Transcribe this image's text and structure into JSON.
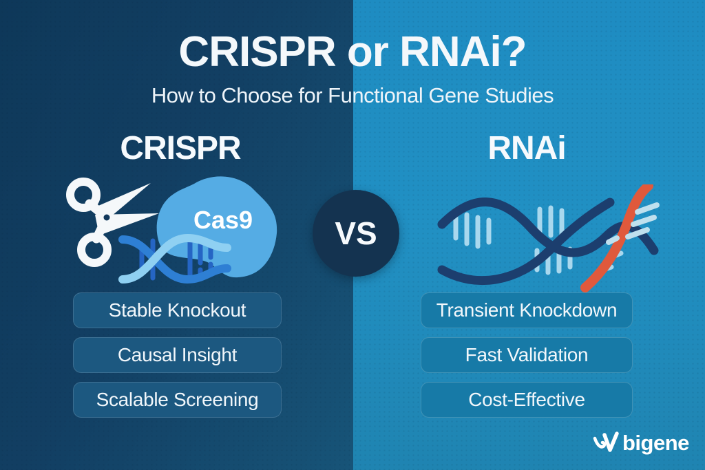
{
  "header": {
    "title": "CRISPR or RNAi?",
    "subtitle": "How to Choose for Functional Gene Studies"
  },
  "versus": {
    "label": "VS"
  },
  "columns": {
    "left": {
      "heading": "CRISPR",
      "protein_label": "Cas9",
      "features": [
        "Stable Knockout",
        "Causal Insight",
        "Scalable Screening"
      ]
    },
    "right": {
      "heading": "RNAi",
      "features": [
        "Transient Knockdown",
        "Fast Validation",
        "Cost-Effective"
      ]
    }
  },
  "footer": {
    "logo_brand": "Ubigene",
    "logo_text_part": "bigene"
  },
  "icons": {
    "left": [
      "scissors-icon",
      "cas9-protein-blob-icon",
      "dna-helix-icon"
    ],
    "right": [
      "rna-strand-icon"
    ],
    "footer": [
      "ubigene-logo-mark-icon"
    ]
  },
  "colors": {
    "left_panel_top": "#0e3859",
    "left_panel_bottom": "#175478",
    "right_panel_top": "#1e8cc2",
    "right_panel_bottom": "#1f84b1",
    "vs_circle": "#143350",
    "cas9_blob": "#55ace4",
    "dna_light": "#8fd0f2",
    "dna_medium": "#2e7fd4",
    "rna_dark": "#1c3e6e",
    "rna_ticks": "#a9d8ee",
    "rna_orange": "#e0593c",
    "pill_left_bg": "#1c5880",
    "pill_right_bg": "#177aa7",
    "text": "#f4f8fb"
  }
}
